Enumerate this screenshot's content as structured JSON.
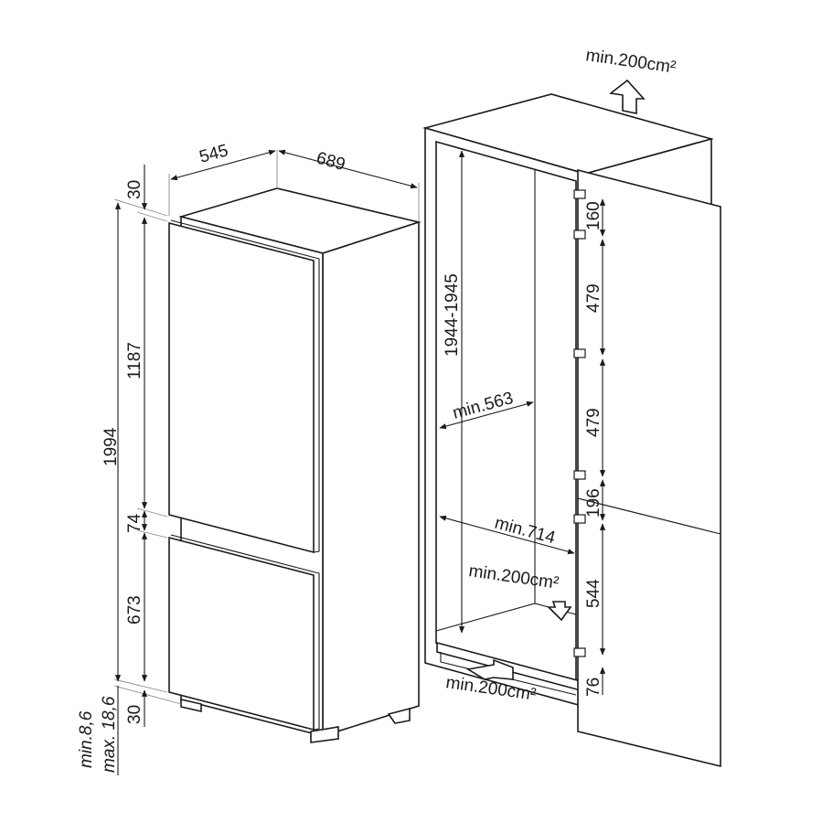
{
  "diagram": {
    "type": "built-in refrigerator installation dimensions",
    "units": "mm",
    "appliance": {
      "width": "545",
      "depth": "689",
      "top_gap": "30",
      "total_height": "1994",
      "upper_door_height": "1187",
      "door_gap": "74",
      "lower_door_height": "673",
      "bottom_gap": "30",
      "feet_min": "min.8,6",
      "feet_max": "max. 18,6"
    },
    "niche": {
      "height": "1944-1945",
      "min_width": "min.563",
      "min_depth": "min.714",
      "vent_top": "min.200cm²",
      "vent_bottom_inner": "min.200cm²",
      "vent_bottom_front": "min.200cm²",
      "hinge_spacing": [
        "160",
        "479",
        "479",
        "196",
        "544",
        "76"
      ]
    },
    "colors": {
      "line": "#1a1a1a",
      "extension": "#8a8a8a",
      "background": "#ffffff"
    }
  }
}
